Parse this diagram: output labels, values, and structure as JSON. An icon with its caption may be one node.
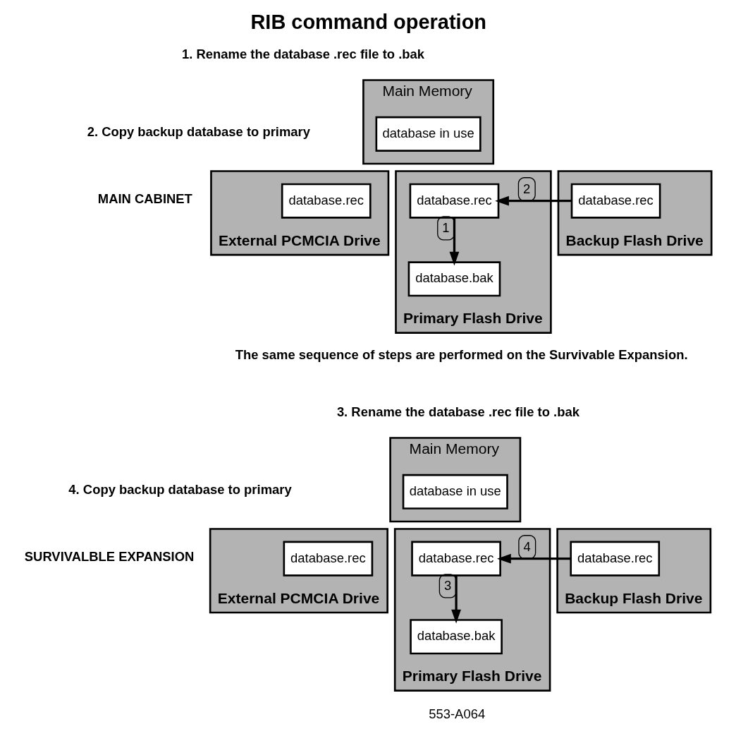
{
  "diagram": {
    "title": "RIB command operation",
    "nodes": [
      {
        "text": [
          "Main Memory"
        ]
      },
      {
        "text": [
          "database in use"
        ],
        "in": 0
      },
      {
        "text": [
          "External PCMCIA Drive"
        ]
      },
      {
        "text": [
          "database.rec"
        ],
        "in": 2
      },
      {
        "text": [
          "Primary Flash Drive"
        ]
      },
      {
        "text": [
          "database.rec"
        ],
        "in": 4
      },
      {
        "text": [
          "database.bak"
        ],
        "in": 4
      },
      {
        "text": [
          "Backup Flash Drive"
        ]
      },
      {
        "text": [
          "database.rec"
        ],
        "in": 7
      },
      {
        "text": [
          "Main Memory"
        ]
      },
      {
        "text": [
          "database in use"
        ],
        "in": 9
      },
      {
        "text": [
          "External PCMCIA Drive"
        ]
      },
      {
        "text": [
          "database.rec"
        ],
        "in": 11
      },
      {
        "text": [
          "Primary Flash Drive"
        ]
      },
      {
        "text": [
          "database.rec"
        ],
        "in": 13
      },
      {
        "text": [
          "database.bak"
        ],
        "in": 13
      },
      {
        "text": [
          "Backup Flash Drive"
        ]
      },
      {
        "text": [
          "database.rec"
        ],
        "in": 16
      }
    ],
    "edges": [
      {
        "from": 5,
        "to": 6,
        "arrow": "to",
        "label": "1"
      },
      {
        "from": 8,
        "to": 5,
        "arrow": "to",
        "label": "2"
      },
      {
        "from": 14,
        "to": 15,
        "arrow": "to",
        "label": "3"
      },
      {
        "from": 17,
        "to": 14,
        "arrow": "to",
        "label": "4"
      }
    ],
    "labels": [
      "1. Rename the database .rec file to .bak",
      "2. Copy backup database to primary",
      "MAIN CABINET",
      "The same sequence of steps are performed on the Survivable Expansion.",
      "3. Rename the database .rec file to .bak",
      "4. Copy backup database to primary",
      "SURVIVALBLE EXPANSION",
      "553-A064"
    ]
  }
}
